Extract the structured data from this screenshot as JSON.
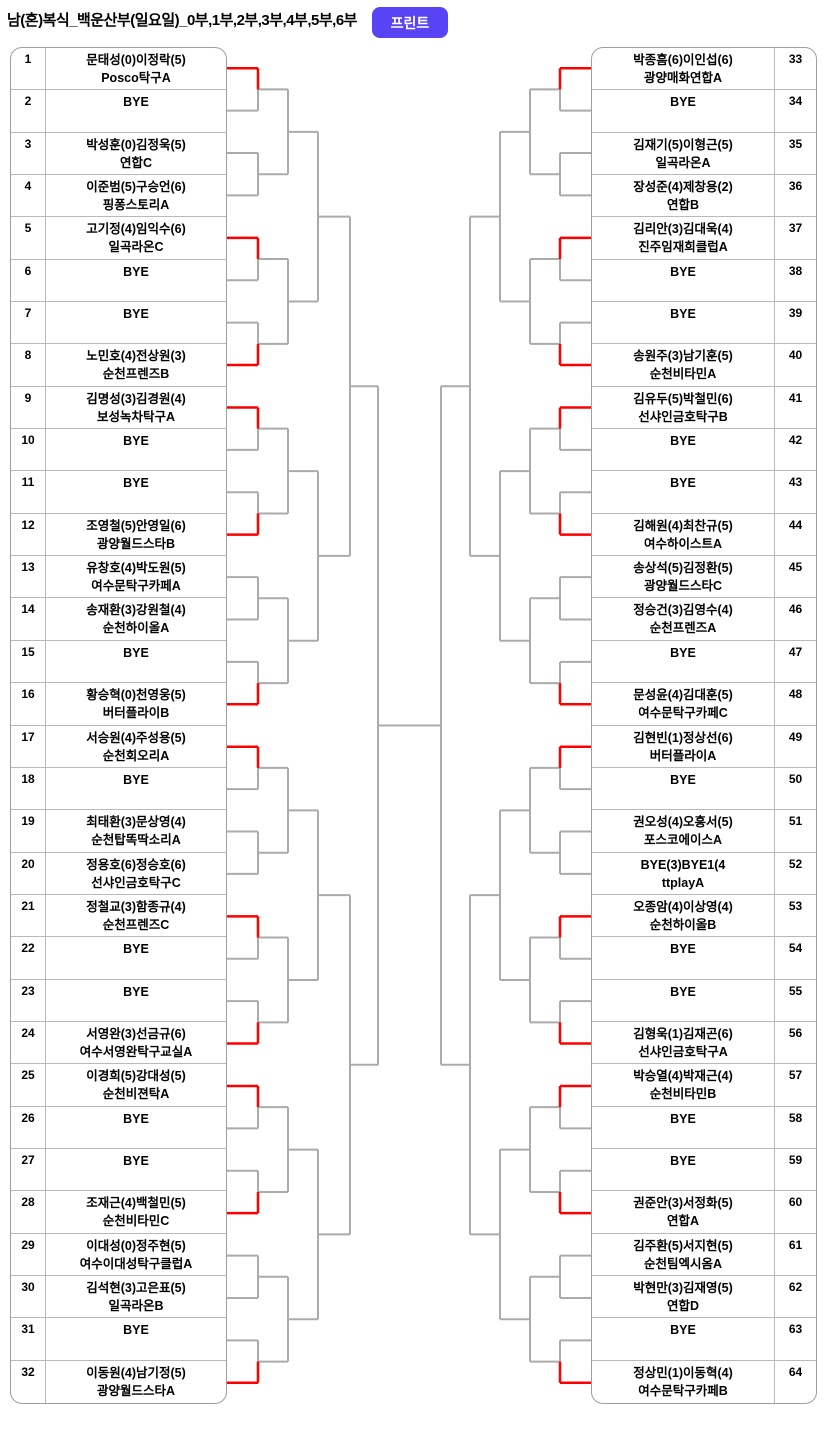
{
  "header": {
    "title": "남(혼)복식_백운산부(일요일)_0부,1부,2부,3부,4부,5부,6부",
    "print_button_label": "프린트"
  },
  "colors": {
    "accent_button": "#5843f5",
    "bracket_line": "#ababab",
    "winner_line": "#ff0000",
    "table_border": "#9e9e9e"
  },
  "bracket": {
    "left_entries": [
      {
        "num": "1",
        "line1": "문태성(0)이정락(5)",
        "line2": "Posco탁구A"
      },
      {
        "num": "2",
        "line1": "BYE",
        "line2": ""
      },
      {
        "num": "3",
        "line1": "박성훈(0)김정욱(5)",
        "line2": "연합C"
      },
      {
        "num": "4",
        "line1": "이준범(5)구승언(6)",
        "line2": "핑퐁스토리A"
      },
      {
        "num": "5",
        "line1": "고기정(4)임익수(6)",
        "line2": "일곡라온C"
      },
      {
        "num": "6",
        "line1": "BYE",
        "line2": ""
      },
      {
        "num": "7",
        "line1": "BYE",
        "line2": ""
      },
      {
        "num": "8",
        "line1": "노민호(4)전상원(3)",
        "line2": "순천프렌즈B"
      },
      {
        "num": "9",
        "line1": "김명성(3)김경원(4)",
        "line2": "보성녹차탁구A"
      },
      {
        "num": "10",
        "line1": "BYE",
        "line2": ""
      },
      {
        "num": "11",
        "line1": "BYE",
        "line2": ""
      },
      {
        "num": "12",
        "line1": "조영철(5)안영일(6)",
        "line2": "광양월드스타B"
      },
      {
        "num": "13",
        "line1": "유창호(4)박도원(5)",
        "line2": "여수문탁구카페A"
      },
      {
        "num": "14",
        "line1": "송재환(3)강원철(4)",
        "line2": "순천하이올A"
      },
      {
        "num": "15",
        "line1": "BYE",
        "line2": ""
      },
      {
        "num": "16",
        "line1": "황승혁(0)천영웅(5)",
        "line2": "버터플라이B"
      },
      {
        "num": "17",
        "line1": "서승원(4)주성용(5)",
        "line2": "순천회오리A"
      },
      {
        "num": "18",
        "line1": "BYE",
        "line2": ""
      },
      {
        "num": "19",
        "line1": "최태환(3)문상영(4)",
        "line2": "순천탑똑딱소리A"
      },
      {
        "num": "20",
        "line1": "정용호(6)정승호(6)",
        "line2": "선샤인금호탁구C"
      },
      {
        "num": "21",
        "line1": "정철교(3)함종규(4)",
        "line2": "순천프렌즈C"
      },
      {
        "num": "22",
        "line1": "BYE",
        "line2": ""
      },
      {
        "num": "23",
        "line1": "BYE",
        "line2": ""
      },
      {
        "num": "24",
        "line1": "서영완(3)선금규(6)",
        "line2": "여수서영완탁구교실A"
      },
      {
        "num": "25",
        "line1": "이경희(5)강대성(5)",
        "line2": "순천비젼탁A"
      },
      {
        "num": "26",
        "line1": "BYE",
        "line2": ""
      },
      {
        "num": "27",
        "line1": "BYE",
        "line2": ""
      },
      {
        "num": "28",
        "line1": "조재근(4)백철민(5)",
        "line2": "순천비타민C"
      },
      {
        "num": "29",
        "line1": "이대성(0)정주현(5)",
        "line2": "여수이대성탁구클럽A"
      },
      {
        "num": "30",
        "line1": "김석현(3)고은표(5)",
        "line2": "일곡라온B"
      },
      {
        "num": "31",
        "line1": "BYE",
        "line2": ""
      },
      {
        "num": "32",
        "line1": "이동원(4)남기정(5)",
        "line2": "광양월드스타A"
      }
    ],
    "right_entries": [
      {
        "num": "33",
        "line1": "박종흠(6)이인섭(6)",
        "line2": "광양매화연합A"
      },
      {
        "num": "34",
        "line1": "BYE",
        "line2": ""
      },
      {
        "num": "35",
        "line1": "김재기(5)이형근(5)",
        "line2": "일곡라온A"
      },
      {
        "num": "36",
        "line1": "장성준(4)제창용(2)",
        "line2": "연합B"
      },
      {
        "num": "37",
        "line1": "김리안(3)김대욱(4)",
        "line2": "진주임재희클럽A"
      },
      {
        "num": "38",
        "line1": "BYE",
        "line2": ""
      },
      {
        "num": "39",
        "line1": "BYE",
        "line2": ""
      },
      {
        "num": "40",
        "line1": "송원주(3)남기훈(5)",
        "line2": "순천비타민A"
      },
      {
        "num": "41",
        "line1": "김유두(5)박철민(6)",
        "line2": "선샤인금호탁구B"
      },
      {
        "num": "42",
        "line1": "BYE",
        "line2": ""
      },
      {
        "num": "43",
        "line1": "BYE",
        "line2": ""
      },
      {
        "num": "44",
        "line1": "김해원(4)최찬규(5)",
        "line2": "여수하이스트A"
      },
      {
        "num": "45",
        "line1": "송상석(5)김정환(5)",
        "line2": "광양월드스타C"
      },
      {
        "num": "46",
        "line1": "정승건(3)김영수(4)",
        "line2": "순천프렌즈A"
      },
      {
        "num": "47",
        "line1": "BYE",
        "line2": ""
      },
      {
        "num": "48",
        "line1": "문성윤(4)김대훈(5)",
        "line2": "여수문탁구카페C"
      },
      {
        "num": "49",
        "line1": "김현빈(1)정상선(6)",
        "line2": "버터플라이A"
      },
      {
        "num": "50",
        "line1": "BYE",
        "line2": ""
      },
      {
        "num": "51",
        "line1": "권오성(4)오흥서(5)",
        "line2": "포스코에이스A"
      },
      {
        "num": "52",
        "line1": "BYE(3)BYE1(4",
        "line2": "ttplayA"
      },
      {
        "num": "53",
        "line1": "오종암(4)이상영(4)",
        "line2": "순천하이올B"
      },
      {
        "num": "54",
        "line1": "BYE",
        "line2": ""
      },
      {
        "num": "55",
        "line1": "BYE",
        "line2": ""
      },
      {
        "num": "56",
        "line1": "김형욱(1)김재곤(6)",
        "line2": "선샤인금호탁구A"
      },
      {
        "num": "57",
        "line1": "박승열(4)박재근(4)",
        "line2": "순천비타민B"
      },
      {
        "num": "58",
        "line1": "BYE",
        "line2": ""
      },
      {
        "num": "59",
        "line1": "BYE",
        "line2": ""
      },
      {
        "num": "60",
        "line1": "권준안(3)서정화(5)",
        "line2": "연합A"
      },
      {
        "num": "61",
        "line1": "김주환(5)서지현(5)",
        "line2": "순천팀엑시옴A"
      },
      {
        "num": "62",
        "line1": "박현만(3)김재영(5)",
        "line2": "연합D"
      },
      {
        "num": "63",
        "line1": "BYE",
        "line2": ""
      },
      {
        "num": "64",
        "line1": "정상민(1)이동혁(4)",
        "line2": "여수문탁구카페B"
      }
    ],
    "advanced_rows_red": [
      1,
      5,
      8,
      9,
      12,
      16,
      17,
      21,
      24,
      25,
      28,
      32,
      33,
      37,
      40,
      41,
      44,
      48,
      49,
      53,
      56,
      57,
      60,
      64
    ]
  }
}
